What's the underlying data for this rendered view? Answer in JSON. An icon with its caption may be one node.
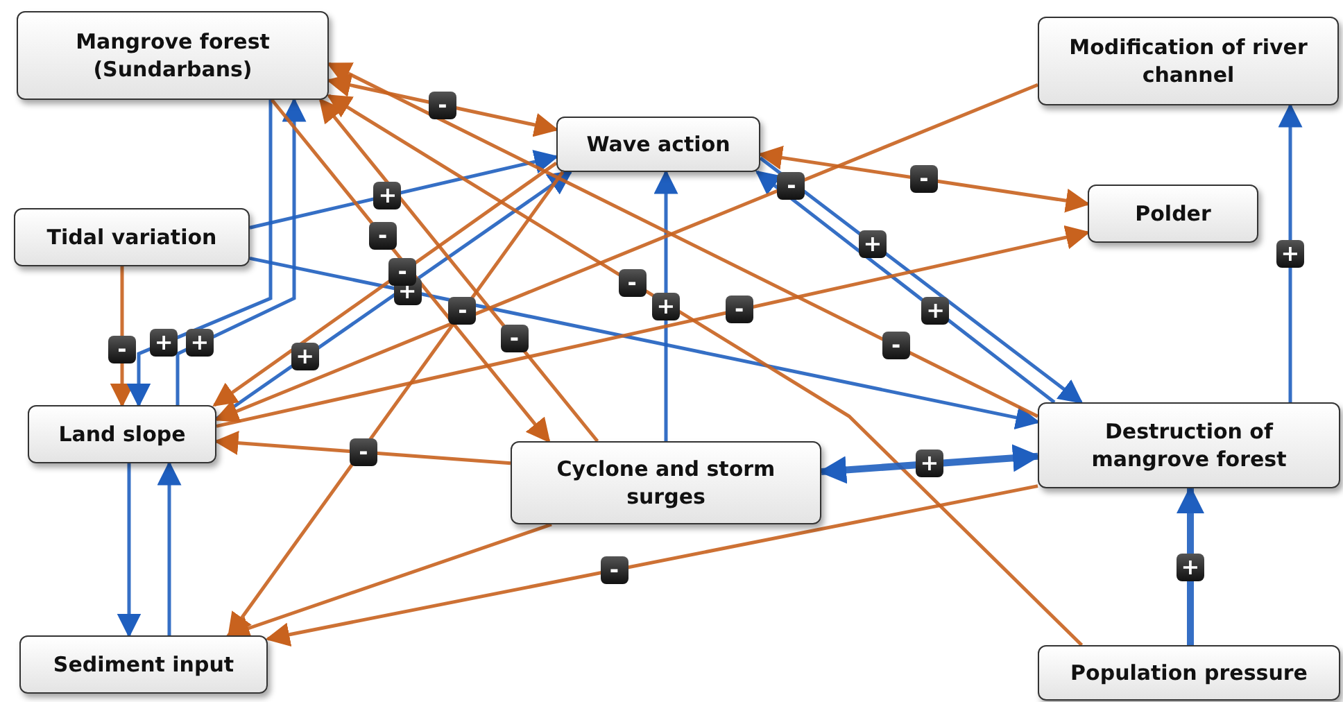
{
  "diagram": {
    "nodes": [
      {
        "text": [
          "Mangrove forest (Sundarbans)"
        ]
      },
      {
        "text": [
          "Modification of river channel"
        ]
      },
      {
        "text": [
          "Wave action"
        ]
      },
      {
        "text": [
          "Polder"
        ]
      },
      {
        "text": [
          "Tidal variation"
        ]
      },
      {
        "text": [
          "Land slope"
        ]
      },
      {
        "text": [
          "Cyclone and storm surges"
        ]
      },
      {
        "text": [
          "Destruction of mangrove forest"
        ]
      },
      {
        "text": [
          "Sediment input"
        ]
      },
      {
        "text": [
          "Population pressure"
        ]
      }
    ],
    "edges": [
      {
        "from": 0,
        "to": 2,
        "arrow": "both",
        "label": "-",
        "color": "#c8621e"
      },
      {
        "from": 2,
        "to": 3,
        "arrow": "both",
        "label": "-",
        "color": "#c8621e"
      },
      {
        "from": 4,
        "to": 2,
        "arrow": "to",
        "label": "+",
        "color": "#1f5fbf"
      },
      {
        "from": 4,
        "to": 7,
        "arrow": "to",
        "label": "+",
        "color": "#1f5fbf"
      },
      {
        "from": 4,
        "to": 5,
        "arrow": "to",
        "label": "-",
        "color": "#c8621e"
      },
      {
        "from": 0,
        "to": 5,
        "arrow": "to",
        "label": "+",
        "color": "#1f5fbf"
      },
      {
        "from": 5,
        "to": 0,
        "arrow": "to",
        "label": "+",
        "color": "#1f5fbf"
      },
      {
        "from": 5,
        "to": 8,
        "arrow": "to",
        "color": "#1f5fbf"
      },
      {
        "from": 8,
        "to": 5,
        "arrow": "to",
        "color": "#1f5fbf"
      },
      {
        "from": 5,
        "to": 2,
        "arrow": "to",
        "label": "+",
        "color": "#1f5fbf"
      },
      {
        "from": 2,
        "to": 5,
        "arrow": "to",
        "label": "-",
        "color": "#c8621e"
      },
      {
        "from": 6,
        "to": 5,
        "arrow": "to",
        "label": "-",
        "color": "#c8621e"
      },
      {
        "from": 6,
        "to": 2,
        "arrow": "to",
        "label": "+",
        "color": "#1f5fbf"
      },
      {
        "from": 6,
        "to": 0,
        "arrow": "to",
        "label": "-",
        "color": "#c8621e"
      },
      {
        "from": 0,
        "to": 6,
        "arrow": "to",
        "label": "-",
        "color": "#c8621e"
      },
      {
        "from": 7,
        "to": 0,
        "arrow": "to",
        "label": "-",
        "color": "#c8621e"
      },
      {
        "from": 9,
        "to": 0,
        "arrow": "to",
        "label": "-",
        "color": "#c8621e"
      },
      {
        "from": 7,
        "to": 2,
        "arrow": "to",
        "label": "+",
        "color": "#1f5fbf"
      },
      {
        "from": 2,
        "to": 7,
        "arrow": "to",
        "label": "+",
        "color": "#1f5fbf"
      },
      {
        "from": 6,
        "to": 7,
        "arrow": "both",
        "label": "+",
        "style": "thick",
        "color": "#1f5fbf"
      },
      {
        "from": 7,
        "to": 1,
        "arrow": "to",
        "label": "+",
        "color": "#1f5fbf"
      },
      {
        "from": 9,
        "to": 7,
        "arrow": "to",
        "label": "+",
        "style": "thick",
        "color": "#1f5fbf"
      },
      {
        "from": 1,
        "to": 5,
        "arrow": "to",
        "label": "-",
        "color": "#c8621e"
      },
      {
        "from": 5,
        "to": 3,
        "arrow": "to",
        "label": "-",
        "color": "#c8621e"
      },
      {
        "from": 7,
        "to": 8,
        "arrow": "to",
        "label": "-",
        "color": "#c8621e"
      },
      {
        "from": 6,
        "to": 8,
        "arrow": "to",
        "color": "#c8621e"
      },
      {
        "from": 2,
        "to": 8,
        "arrow": "to",
        "label": "-",
        "color": "#c8621e"
      }
    ]
  }
}
